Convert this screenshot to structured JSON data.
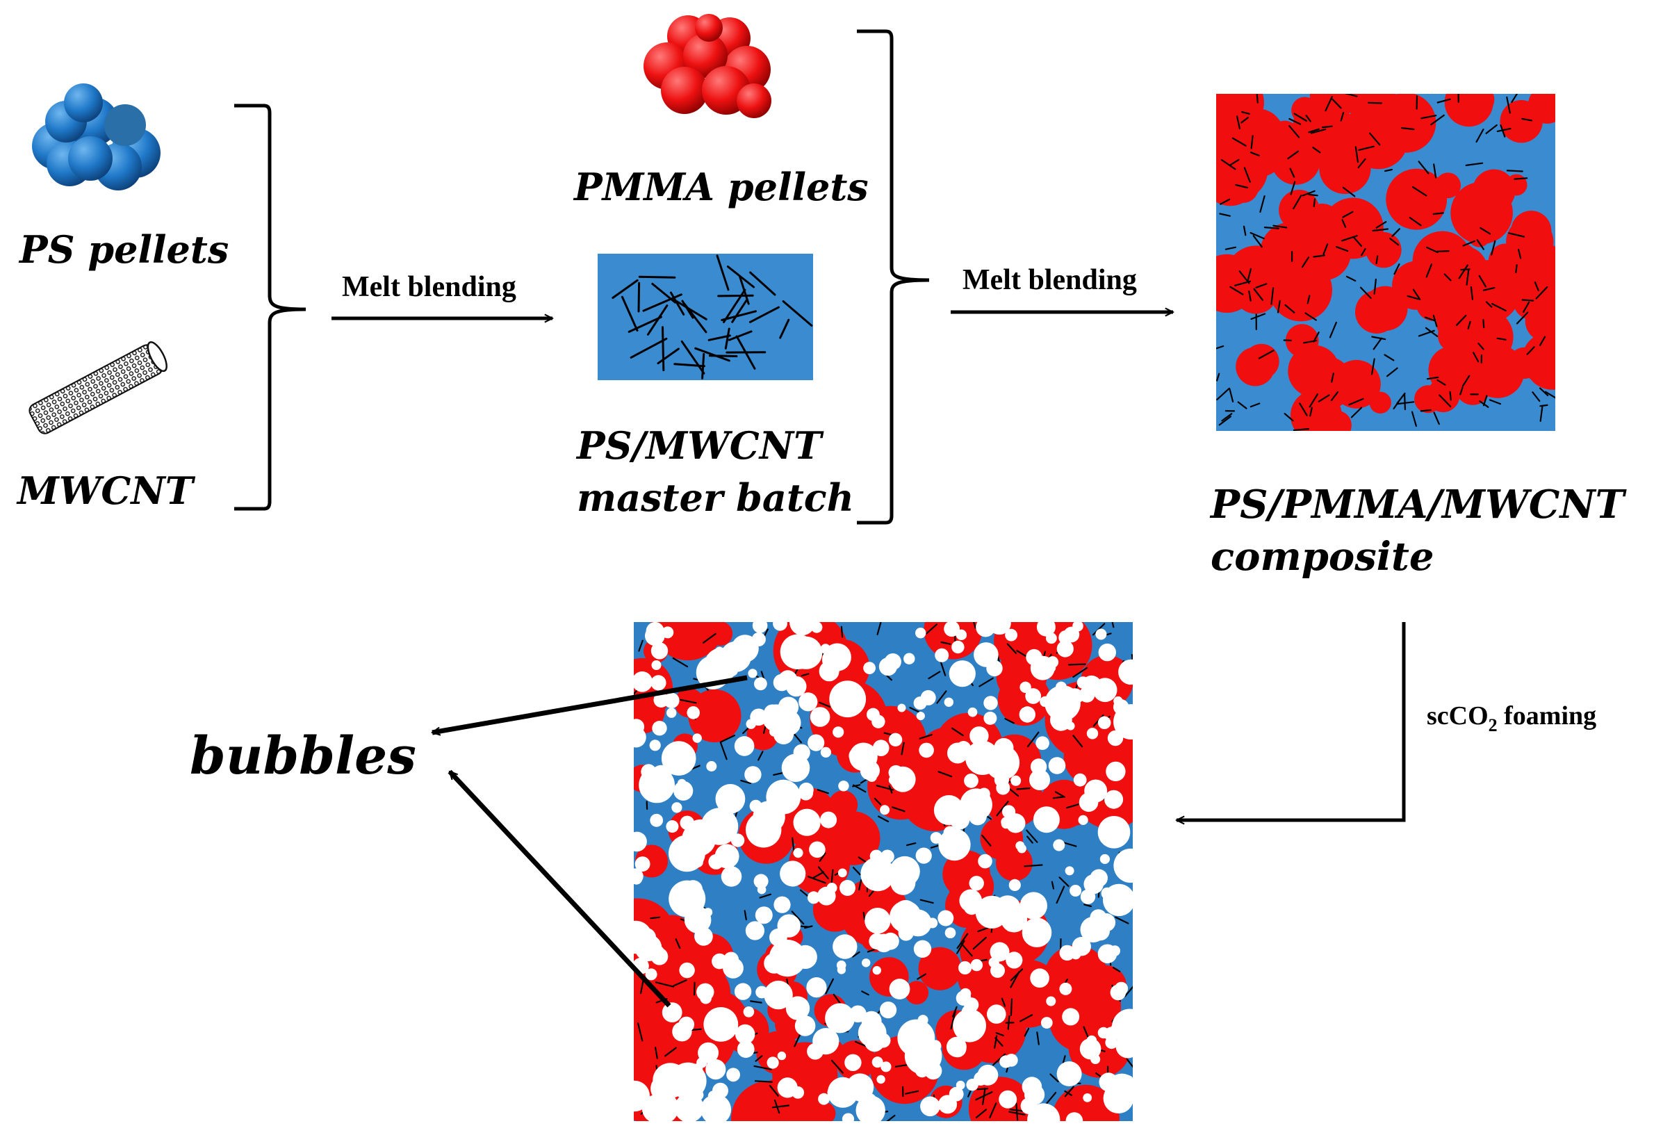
{
  "labels": {
    "ps_pellets": "PS pellets",
    "mwcnt": "MWCNT",
    "pmma_pellets": "PMMA pellets",
    "masterbatch_line1": "PS/MWCNT",
    "masterbatch_line2": "master batch",
    "composite_line1": "PS/PMMA/MWCNT",
    "composite_line2": "composite",
    "bubbles": "bubbles"
  },
  "steps": {
    "melt_blending_1": "Melt blending",
    "melt_blending_2": "Melt blending",
    "foaming_prefix": "scCO",
    "foaming_sub": "2",
    "foaming_suffix": " foaming"
  },
  "colors": {
    "ps_blue": "#2f7fc4",
    "pmma_red": "#f00e0e",
    "bubble_white": "#ffffff",
    "cnt_black": "#000000"
  }
}
